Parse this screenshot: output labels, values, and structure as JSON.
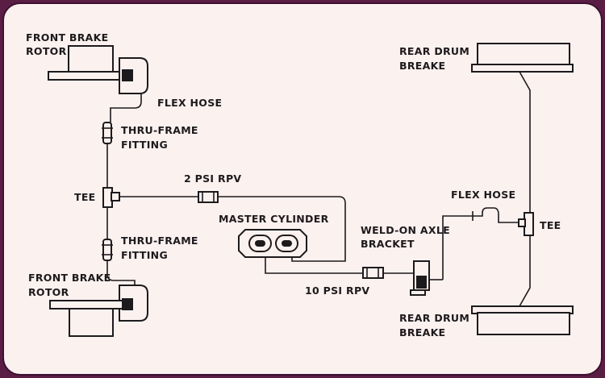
{
  "labels": {
    "front_brake_rotor_top": [
      "FRONT BRAKE",
      "ROTOR"
    ],
    "front_brake_rotor_bottom": [
      "FRONT BRAKE",
      "ROTOR"
    ],
    "flex_hose_front": "FLEX HOSE",
    "thru_frame_top": [
      "THRU-FRAME",
      "FITTING"
    ],
    "thru_frame_bottom": [
      "THRU-FRAME",
      "FITTING"
    ],
    "tee_left": "TEE",
    "rpv_2psi": "2 PSI RPV",
    "master_cylinder": "MASTER CYLINDER",
    "rpv_10psi": "10 PSI RPV",
    "weld_on_axle_bracket": [
      "WELD-ON AXLE",
      "BRACKET"
    ],
    "flex_hose_rear": "FLEX HOSE",
    "tee_right": "TEE",
    "rear_drum_top": [
      "REAR DRUM",
      "BREAKE"
    ],
    "rear_drum_bottom": [
      "REAR DRUM",
      "BREAKE"
    ]
  },
  "colors": {
    "border": "#5a1e44",
    "background": "#fbf1ef",
    "ink": "#1d1a1d"
  }
}
